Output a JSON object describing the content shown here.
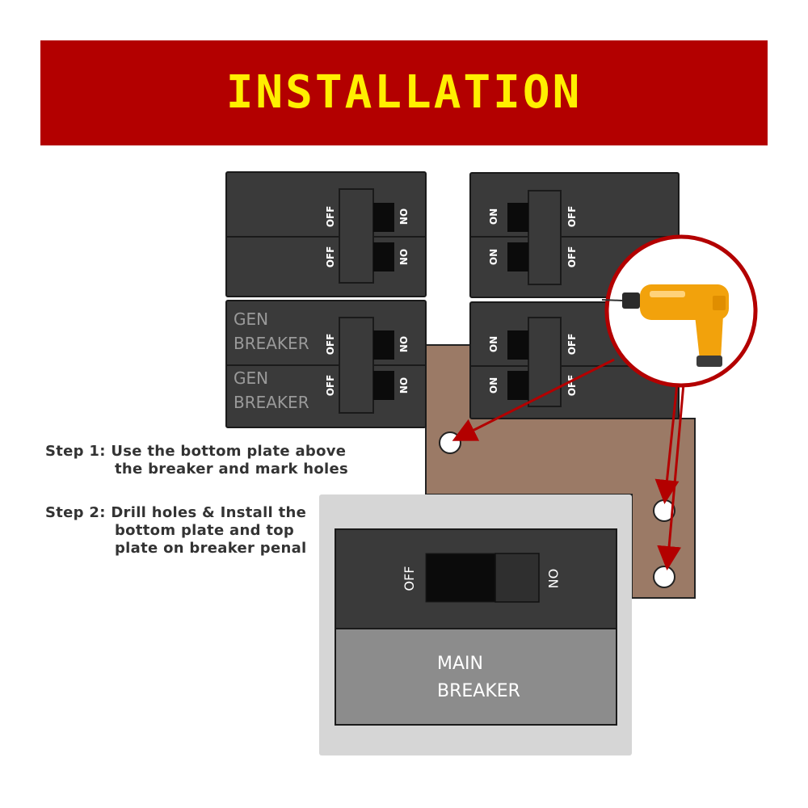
{
  "title": "INSTALLATION",
  "colors": {
    "banner": "#b30000",
    "title": "#ffef00",
    "breaker_body": "#3a3a3a",
    "plate": "#9b7a66",
    "main_panel": "#d6d6d6",
    "main_label_bg": "#8c8c8c",
    "arrow": "#b30000",
    "drill": "#f2a20c"
  },
  "breakers": {
    "off_label": "OFF",
    "on_label": "ON",
    "gen_label_line1": "GEN",
    "gen_label_line2": "BREAKER"
  },
  "main_breaker": {
    "off_label": "OFF",
    "on_label": "ON",
    "label_line1": "MAIN",
    "label_line2": "BREAKER"
  },
  "steps": [
    {
      "line1": "Step 1: Use the bottom plate above",
      "line2": "the breaker and mark holes"
    },
    {
      "line1": "Step 2: Drill holes & Install the",
      "line2": "bottom plate and top",
      "line3": "plate on breaker penal"
    }
  ],
  "icons": {
    "tool": "drill-icon"
  }
}
